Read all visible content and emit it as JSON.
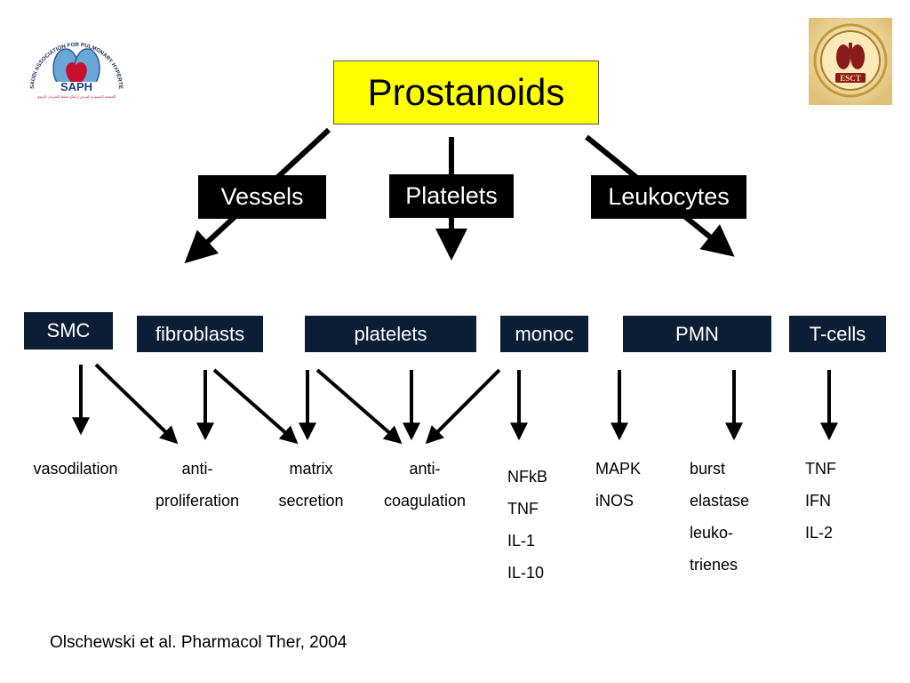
{
  "logos": {
    "left": {
      "name": "SAPH",
      "arc_text": "SAUDI ASSOCIATION FOR PULMONARY HYPERTENSION",
      "sub_text": "الجمعية السعودية لمرض إرتفاع ضغط الشريان الرئوي"
    },
    "right": {
      "name": "ESCT"
    }
  },
  "title": "Prostanoids",
  "categories": {
    "vessels": "Vessels",
    "platelets": "Platelets",
    "leukocytes": "Leukocytes"
  },
  "cells": {
    "smc": "SMC",
    "fibroblasts": "fibroblasts",
    "platelets": "platelets",
    "monoc": "monoc",
    "pmn": "PMN",
    "tcells": "T-cells"
  },
  "effects": {
    "vasodilation": [
      "vasodilation"
    ],
    "antiproliferation": [
      "anti-",
      "proliferation"
    ],
    "matrix": [
      "matrix",
      "secretion"
    ],
    "anticoagulation": [
      "anti-",
      "coagulation"
    ],
    "monoc": [
      "NFkB",
      "TNF",
      "IL-1",
      "IL-10"
    ],
    "mapk": [
      "MAPK",
      "iNOS"
    ],
    "pmn": [
      "burst",
      "elastase",
      "leuko-",
      "trienes"
    ],
    "tcells": [
      "TNF",
      "IFN",
      "IL-2"
    ]
  },
  "citation": "Olschewski et al. Pharmacol Ther, 2004",
  "colors": {
    "title_bg": "#ffff00",
    "category_bg": "#000000",
    "cell_bg": "#0c1e36",
    "text_light": "#ffffff"
  }
}
